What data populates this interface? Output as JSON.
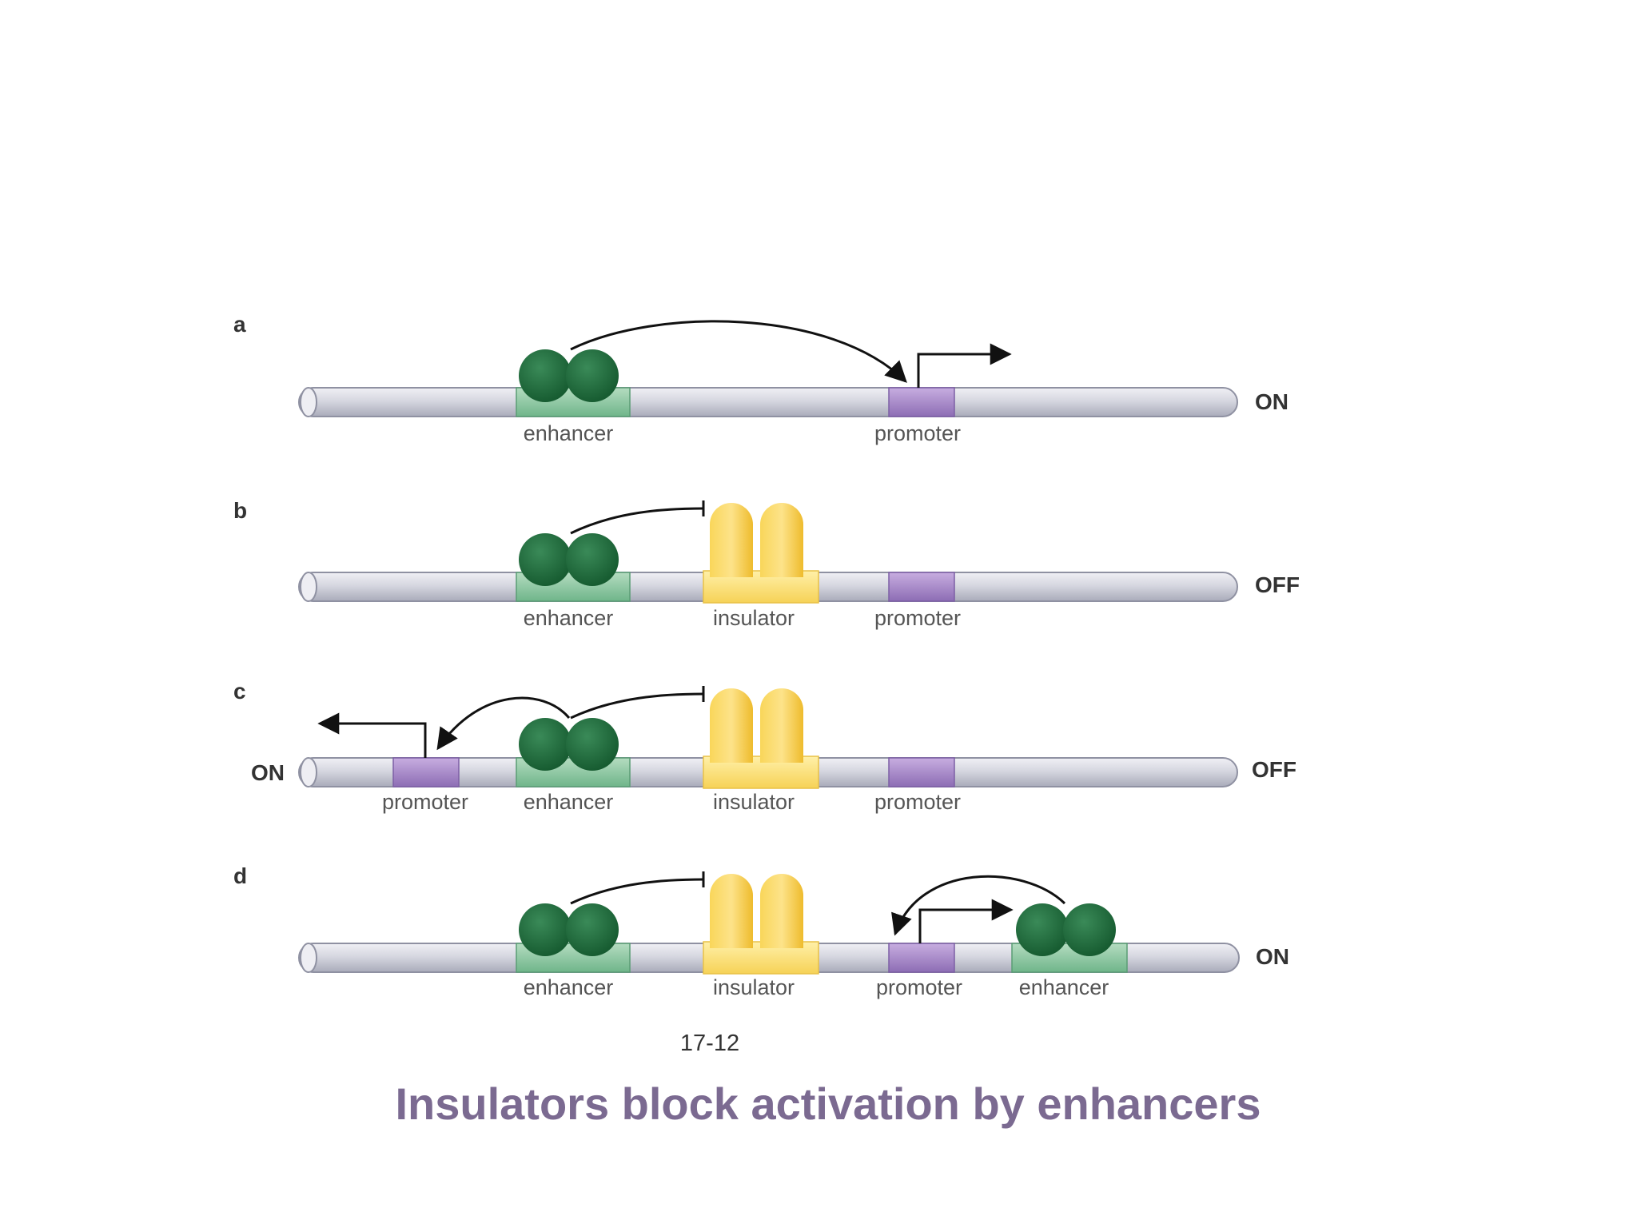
{
  "panels": [
    {
      "letter": "a",
      "state_right": "ON",
      "state_left": "",
      "labels": {
        "enhancer": "enhancer",
        "promoter": "promoter"
      }
    },
    {
      "letter": "b",
      "state_right": "OFF",
      "state_left": "",
      "labels": {
        "enhancer": "enhancer",
        "insulator": "insulator",
        "promoter": "promoter"
      }
    },
    {
      "letter": "c",
      "state_right": "OFF",
      "state_left": "ON",
      "labels": {
        "promoter_left": "promoter",
        "enhancer": "enhancer",
        "insulator": "insulator",
        "promoter": "promoter"
      }
    },
    {
      "letter": "d",
      "state_right": "ON",
      "state_left": "",
      "labels": {
        "enhancer": "enhancer",
        "insulator": "insulator",
        "promoter": "promoter",
        "enhancer_right": "enhancer"
      }
    }
  ],
  "figure_number": "17-12",
  "title": "Insulators block activation by enhancers",
  "colors": {
    "dna": "#d3d4dd",
    "enhancer_region": "#8ecaa3",
    "enhancer_protein": "#1f6b3c",
    "promoter": "#a98bc9",
    "insulator_protein": "#f5c93a",
    "insulator_region": "#fbe27a",
    "title": "#7b6a91"
  }
}
